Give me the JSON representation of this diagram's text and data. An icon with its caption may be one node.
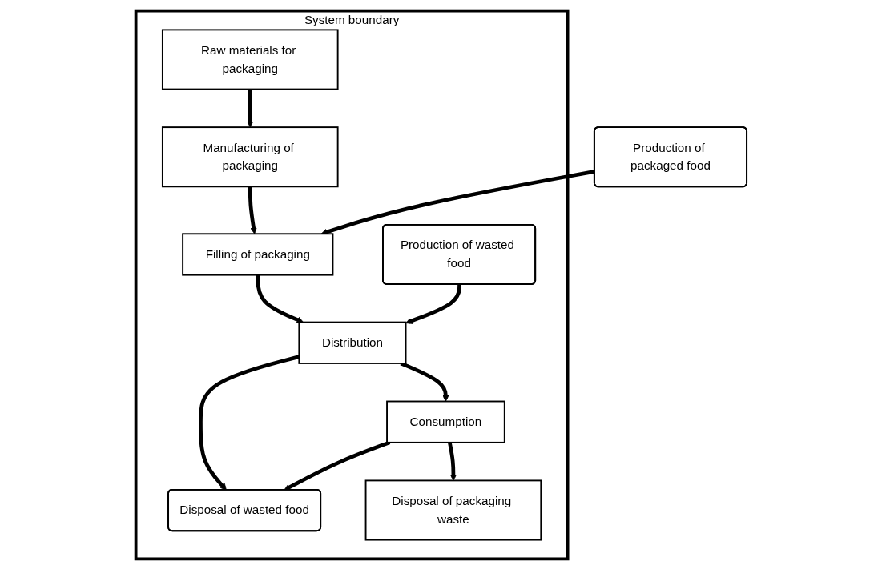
{
  "diagram": {
    "nodes": [
      {
        "text": [
          "System boundary"
        ]
      },
      {
        "text": [
          "Raw materials for packaging"
        ],
        "in": 0
      },
      {
        "text": [
          "Manufacturing of packaging"
        ],
        "in": 0
      },
      {
        "text": [
          "Filling of packaging"
        ],
        "in": 0
      },
      {
        "text": [
          "Production of packaged food"
        ]
      },
      {
        "text": [
          "Production of wasted food"
        ],
        "in": 0
      },
      {
        "text": [
          "Distribution"
        ],
        "in": 0
      },
      {
        "text": [
          "Disposal of wasted food"
        ],
        "in": 0
      },
      {
        "text": [
          "Consumption"
        ],
        "in": 0
      },
      {
        "text": [
          "Disposal of packaging waste"
        ],
        "in": 0
      }
    ],
    "edges": [
      {
        "from": 1,
        "to": 2,
        "arrow": "to"
      },
      {
        "from": 2,
        "to": 3,
        "arrow": "to"
      },
      {
        "from": 4,
        "to": 3,
        "arrow": "to"
      },
      {
        "from": 3,
        "to": 6,
        "arrow": "to"
      },
      {
        "from": 5,
        "to": 6,
        "arrow": "to"
      },
      {
        "from": 6,
        "to": 7,
        "arrow": "to"
      },
      {
        "from": 6,
        "to": 8,
        "arrow": "to"
      },
      {
        "from": 8,
        "to": 7,
        "arrow": "to"
      },
      {
        "from": 8,
        "to": 9,
        "arrow": "to"
      }
    ]
  }
}
